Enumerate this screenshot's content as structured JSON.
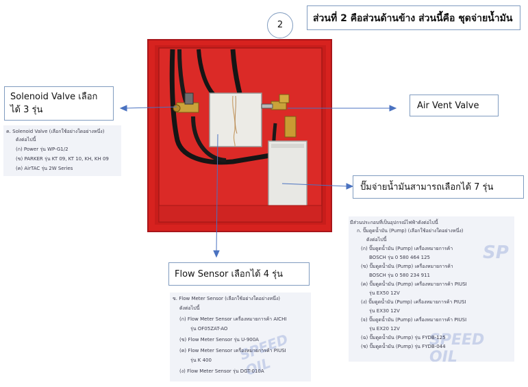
{
  "header": {
    "step_number": "2",
    "title": "ส่วนที่ 2 คือส่วนด้านข้าง ส่วนนี้คือ ชุดจ่ายน้ำมัน"
  },
  "callouts": {
    "solenoid": {
      "line1": "Solenoid Valve เลือก",
      "line2": "ได้ 3 รุ่น"
    },
    "air_vent": "Air Vent Valve",
    "pump": "ปั๊มจ่ายน้ำมันสามารถเลือกได้ 7 รุ่น",
    "flow_sensor": "Flow Sensor  เลือกได้ 4 รุ่น"
  },
  "solenoid_doc": {
    "lines": [
      "ค. Solenoid Valve (เลือกใช้อย่างใดอย่างหนึ่ง)",
      "ดังต่อไปนี้",
      "(ก) Power รุ่น WP-G1/2",
      "(ข) PARKER รุ่น KT 09, KT 10, KH, KH 09",
      "(ค) AirTAC รุ่น 2W Series"
    ]
  },
  "pump_doc": {
    "lines": [
      "มีส่วนประกอบที่เป็นอุปกรณ์ไฟฟ้าดังต่อไปนี้",
      "ก. ปั๊มดูดน้ำมัน (Pump) (เลือกใช้อย่างใดอย่างหนึ่ง)",
      "ดังต่อไปนี้",
      "(ก) ปั๊มดูดน้ำมัน (Pump) เครื่องหมายการค้า",
      "BOSCH รุ่น 0 580 464 125",
      "(ข) ปั๊มดูดน้ำมัน (Pump) เครื่องหมายการค้า",
      "BOSCH รุ่น 0 580 234 911",
      "(ค) ปั๊มดูดน้ำมัน (Pump) เครื่องหมายการค้า PIUSI",
      "รุ่น EX50 12V",
      "(ง) ปั๊มดูดน้ำมัน (Pump) เครื่องหมายการค้า PIUSI",
      "รุ่น EX30 12V",
      "(จ) ปั๊มดูดน้ำมัน (Pump) เครื่องหมายการค้า PIUSI",
      "รุ่น EX20 12V",
      "(ฉ) ปั๊มดูดน้ำมัน (Pump) รุ่น FYDB-125",
      "(ช) ปั๊มดูดน้ำมัน (Pump) รุ่น FYDB-044"
    ],
    "watermark_top": "SP",
    "watermark_bottom": "SPEED OIL"
  },
  "flow_doc": {
    "lines": [
      "ข. Flow Meter Sensor (เลือกใช้อย่างใดอย่างหนึ่ง)",
      "ดังต่อไปนี้",
      "(ก) Flow Meter Sensor เครื่องหมายการค้า AICHI",
      "รุ่น OF05ZAT-AO",
      "(ข) Flow Meter Sensor รุ่น U-900A",
      "(ค) Flow Meter Sensor เครื่องหมายการค้า PIUSI",
      "รุ่น K 400",
      "(ง) Flow Meter Sensor รุ่น DGT-010A"
    ],
    "watermark": "SPEED OIL"
  },
  "colors": {
    "cabinet_red": "#d7221f",
    "arrow_blue": "#4a72c0",
    "box_border": "#7f9bbf"
  }
}
